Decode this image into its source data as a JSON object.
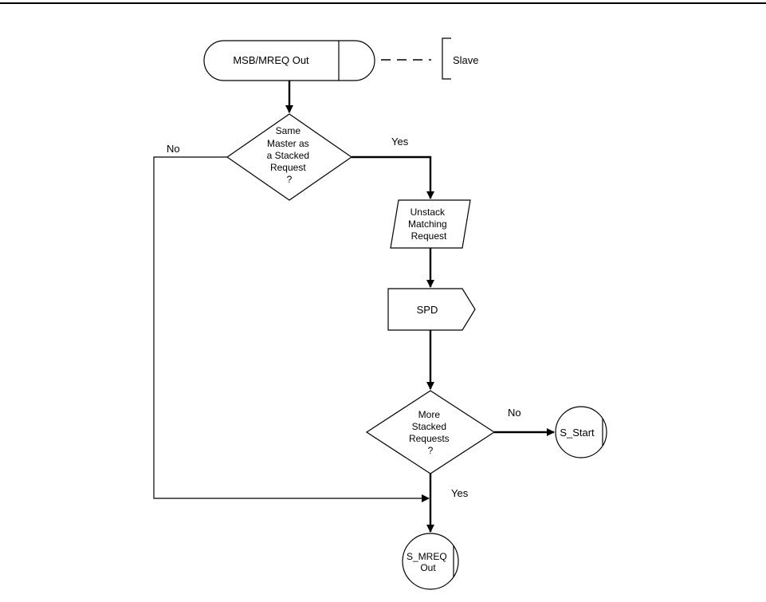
{
  "diagram": {
    "nodes": {
      "start": {
        "label": "MSB/MREQ Out"
      },
      "slave": {
        "label": "Slave"
      },
      "decision1": {
        "lines": [
          "Same",
          "Master as",
          "a Stacked",
          "Request",
          "?"
        ]
      },
      "unstack": {
        "lines": [
          "Unstack",
          "Matching",
          "Request"
        ]
      },
      "spd": {
        "label": "SPD"
      },
      "decision2": {
        "lines": [
          "More",
          "Stacked",
          "Requests",
          "?"
        ]
      },
      "s_start": {
        "label": "S_Start"
      },
      "s_mreq": {
        "lines": [
          "S_MREQ",
          "Out"
        ]
      }
    },
    "edge_labels": {
      "d1_no": "No",
      "d1_yes": "Yes",
      "d2_no": "No",
      "d2_yes": "Yes"
    }
  }
}
